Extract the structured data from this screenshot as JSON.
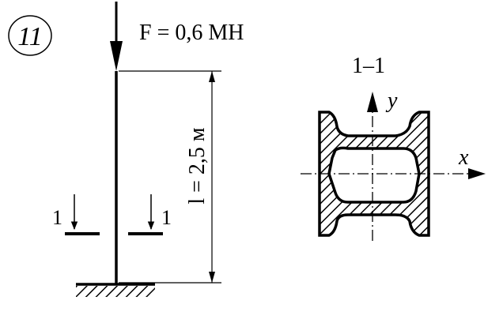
{
  "problem_number": "11",
  "force_label": "F = 0,6 МН",
  "length_label": "l = 2,5 м",
  "section_mark_left": "1",
  "section_mark_right": "1",
  "section_title": "1–1",
  "axis_x_label": "x",
  "axis_y_label": "y"
}
